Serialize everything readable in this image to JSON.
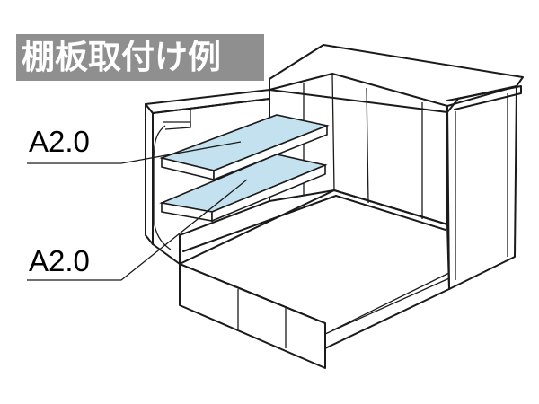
{
  "title": "棚板取付け例",
  "labels": {
    "upper_shelf": "A2.0",
    "lower_shelf": "A2.0"
  },
  "colors": {
    "shelf_fill": "#c4e1ef",
    "badge_background": "#8f8f8f",
    "line": "#1a1a1a",
    "background": "#ffffff"
  }
}
